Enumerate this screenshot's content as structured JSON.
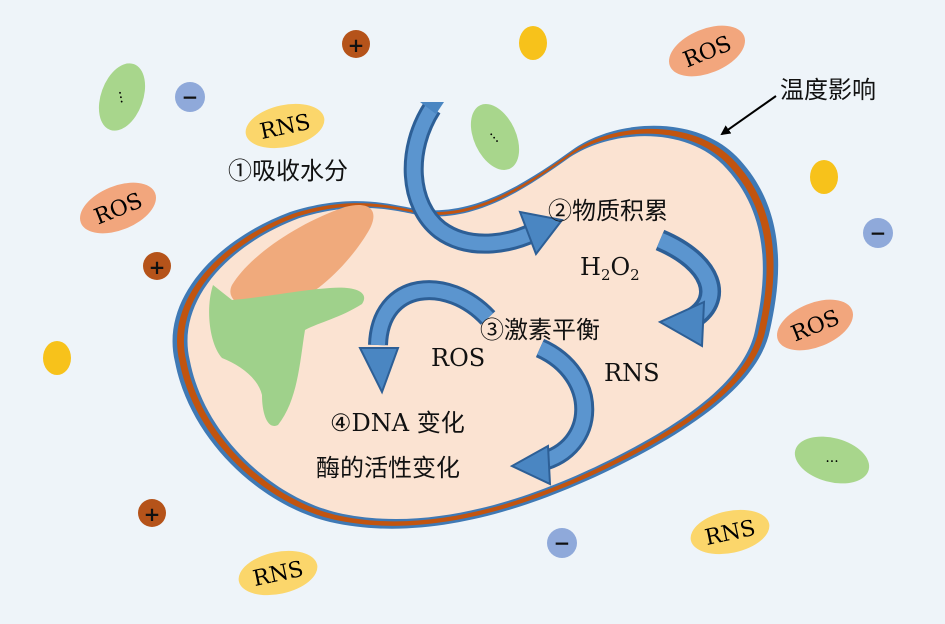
{
  "labels": {
    "absorb_water": "①吸收水分",
    "material_accumulation": "②物质积累",
    "hormone_balance": "③激素平衡",
    "dna_change": "④DNA 变化",
    "enzyme_activity": "酶的活性变化",
    "temperature_effect": "温度影响",
    "h2o2": {
      "h": "H",
      "sub1": "2",
      "o": "O",
      "sub2": "2"
    },
    "ros_inside": "ROS",
    "rns_inside": "RNS"
  },
  "particles": {
    "ros_label": "ROS",
    "rns_label": "RNS",
    "ellipsis": "···",
    "plus": "+",
    "minus": "−"
  },
  "colors": {
    "background": "#eef4f9",
    "cell_fill": "#fbe3d2",
    "cell_wall_outer": "#3f79b5",
    "cell_wall_middle": "#c2540f",
    "vacuole_orange": "#f0aa7c",
    "chloroplast_green": "#9fd18b",
    "arrow_blue": "#4a86c2",
    "ros_oval": "#f2a67d",
    "rns_oval": "#fbd66b",
    "green_oval": "#a8d68c",
    "plus_dot": "#b5531a",
    "minus_dot": "#8fa9da",
    "yellow_dot": "#f7c21b"
  }
}
